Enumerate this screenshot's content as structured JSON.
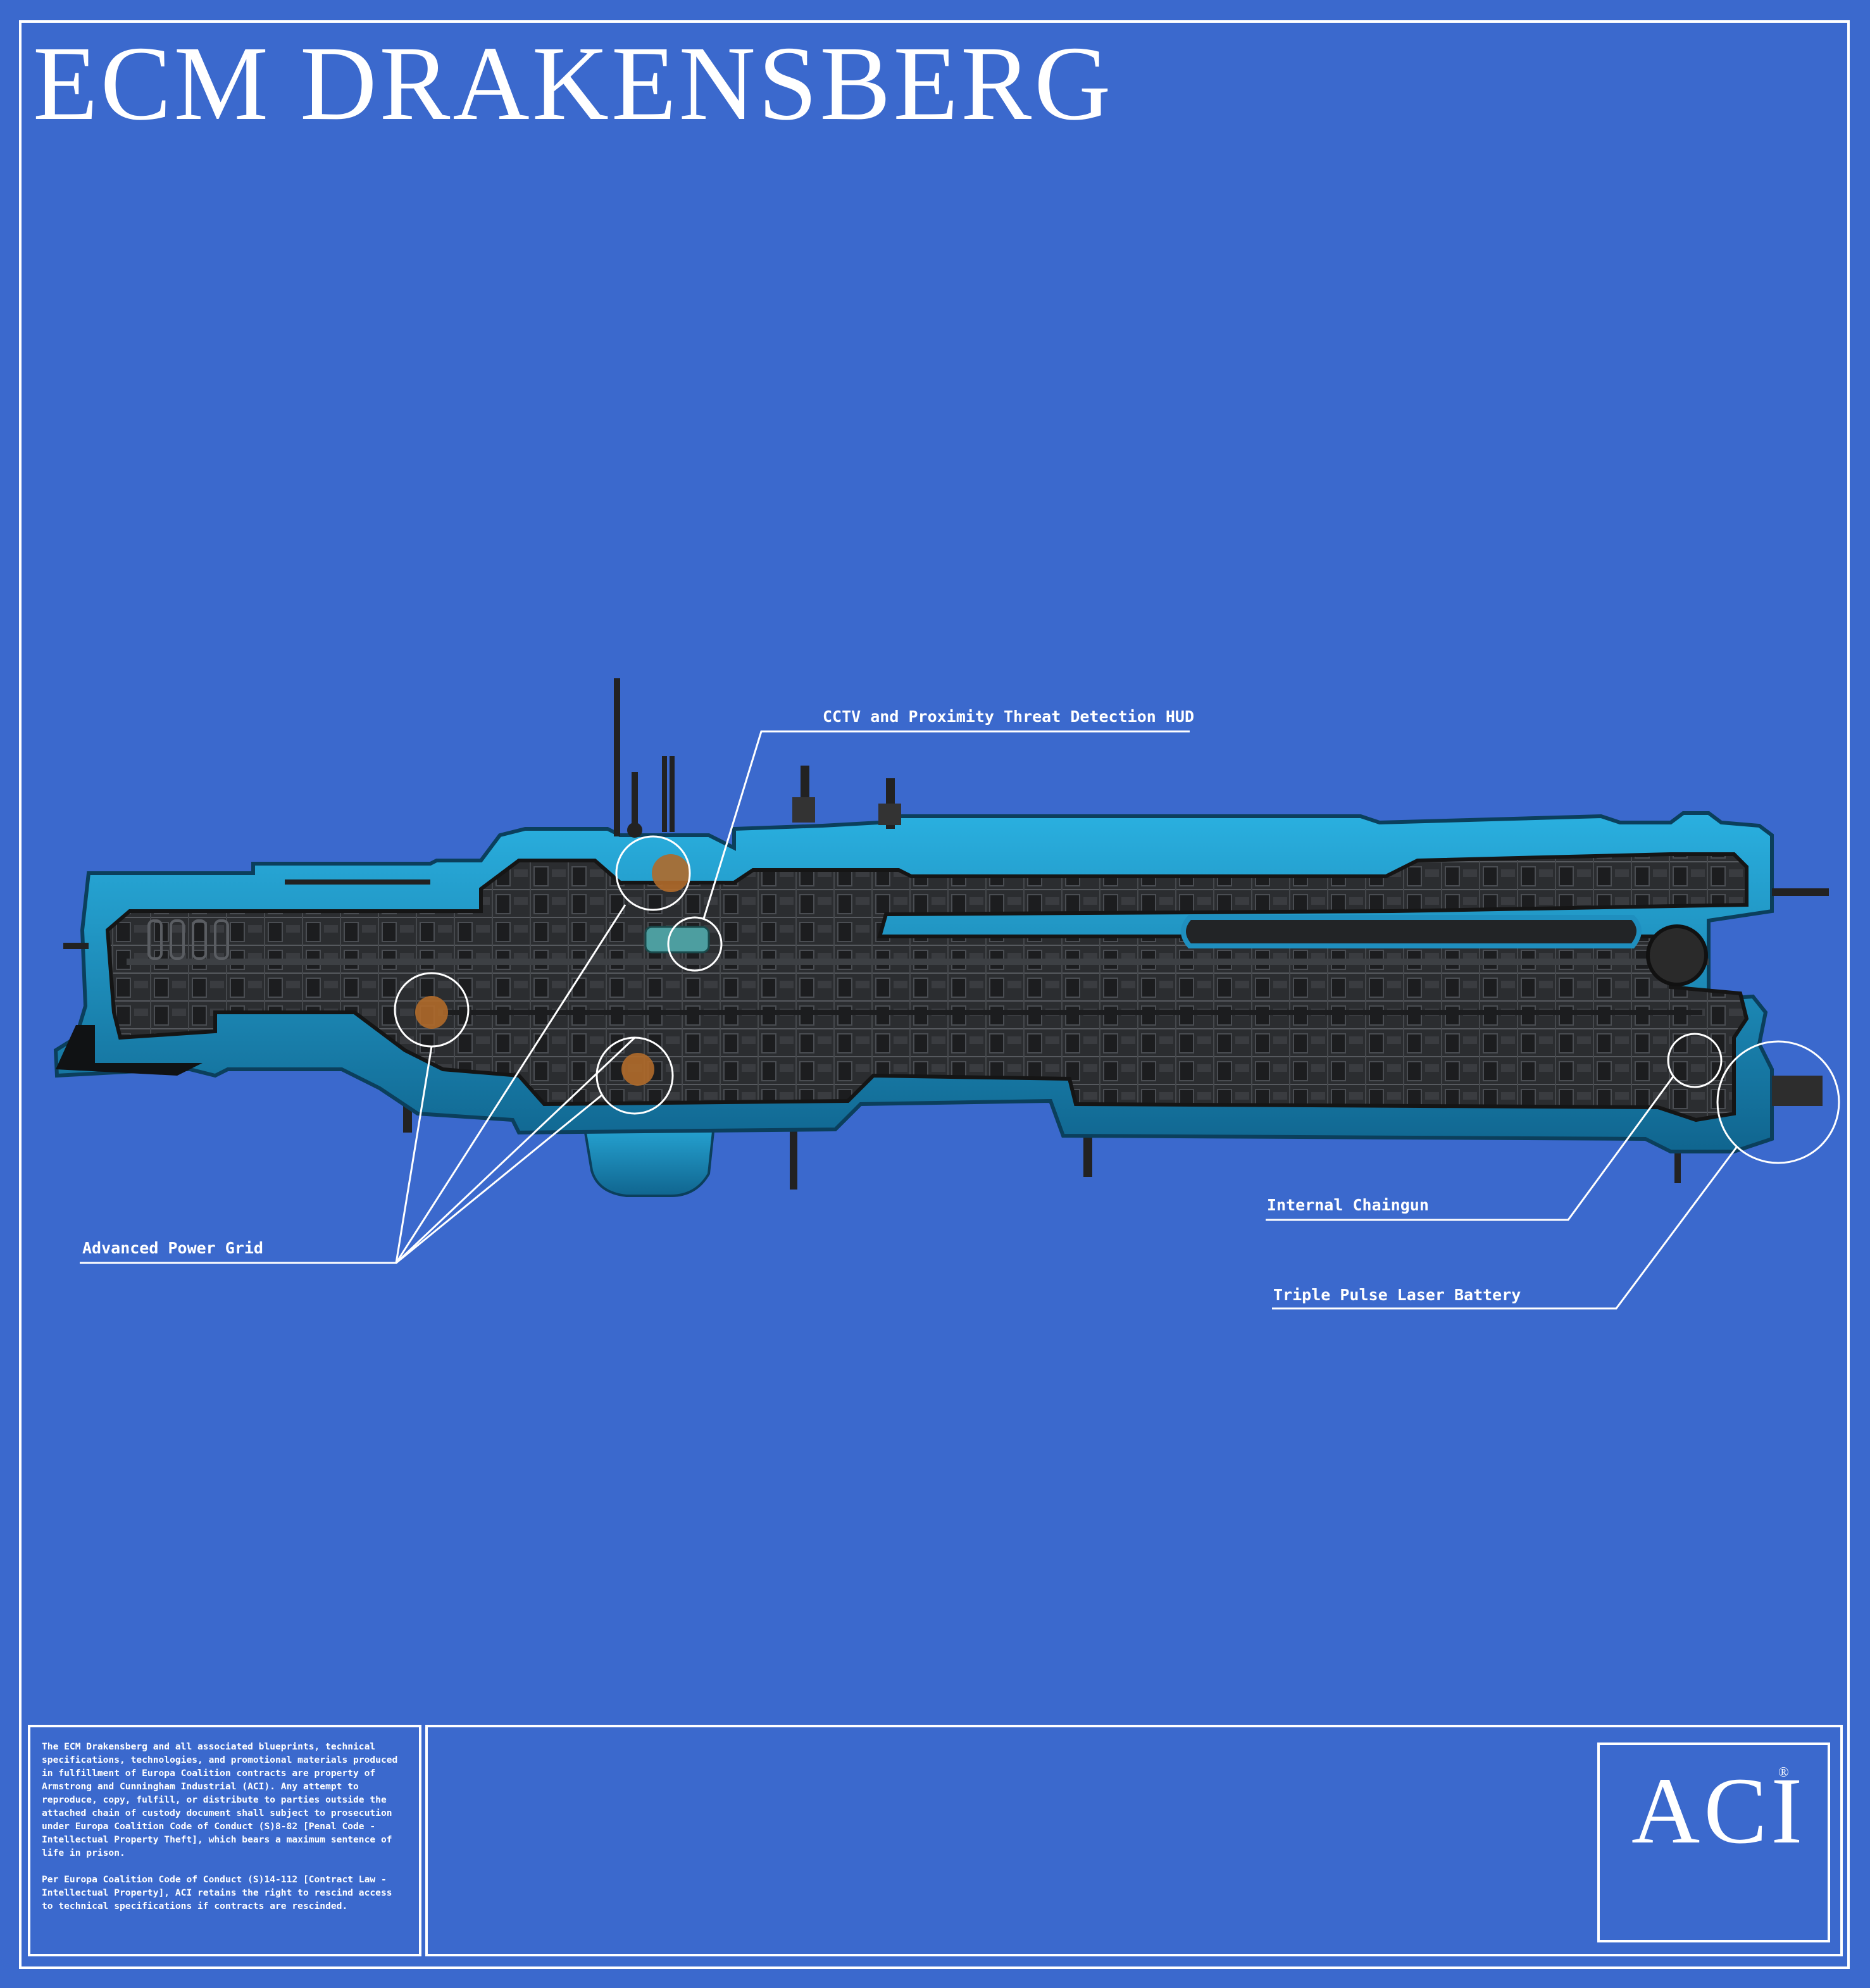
{
  "page": {
    "title": "ECM DRAKENSBERG",
    "background_color": "#3b69cd",
    "line_color": "#ffffff",
    "hull_color": "#1f8fbf",
    "interior_color": "#2a2c2f"
  },
  "callouts": {
    "cctv": "CCTV and Proximity Threat Detection HUD",
    "power_grid": "Advanced Power Grid",
    "chaingun": "Internal Chaingun",
    "laser": "Triple Pulse Laser Battery"
  },
  "legal": {
    "paragraph1": "The ECM Drakensberg and all associated blueprints, technical specifications, technologies, and promotional materials produced in fulfillment of Europa Coalition contracts are property of Armstrong and Cunningham Industrial (ACI). Any attempt to reproduce, copy, fulfill, or distribute to parties outside the attached chain of custody document shall subject to prosecution under Europa Coalition Code of Conduct (S)8-82 [Penal Code - Intellectual Property Theft], which bears a maximum sentence of life in prison.",
    "paragraph2": "Per Europa Coalition Code of Conduct (S)14-112 [Contract Law - Intellectual Property], ACI retains the right to rescind access to technical specifications if contracts are rescinded."
  },
  "logo": {
    "text": "ACI",
    "registered_mark": "®"
  }
}
